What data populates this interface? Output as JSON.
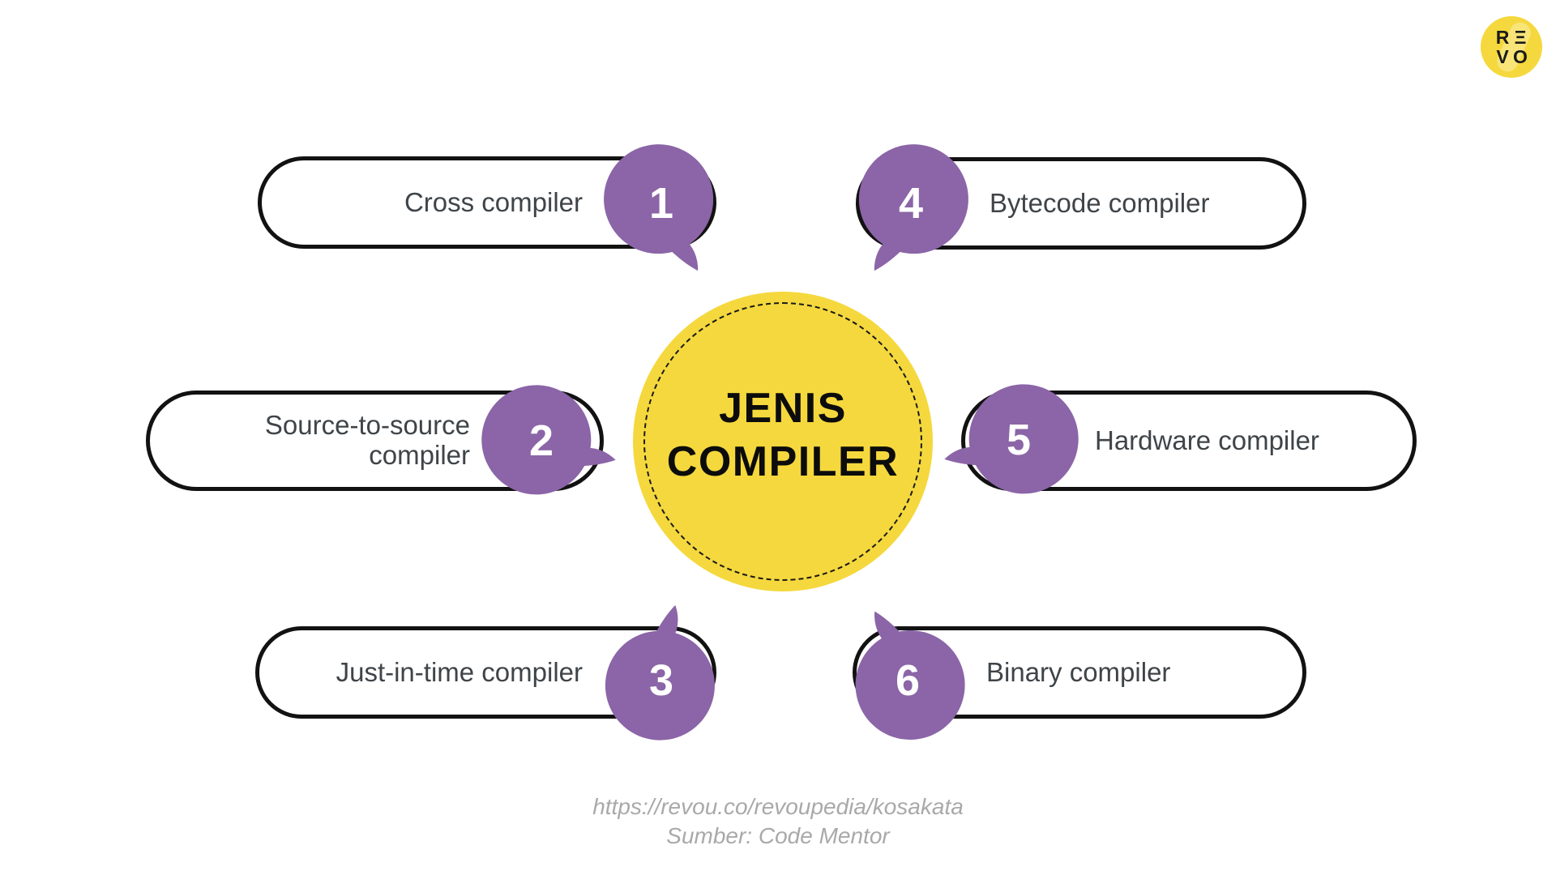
{
  "title": {
    "line1": "JENIS",
    "line2": "COMPILER"
  },
  "items": [
    {
      "number": "1",
      "label": "Cross compiler"
    },
    {
      "number": "2",
      "label": "Source-to-source compiler"
    },
    {
      "number": "3",
      "label": "Just-in-time compiler"
    },
    {
      "number": "4",
      "label": "Bytecode compiler"
    },
    {
      "number": "5",
      "label": "Hardware compiler"
    },
    {
      "number": "6",
      "label": "Binary compiler"
    }
  ],
  "footer": {
    "url": "https://revou.co/revoupedia/kosakata",
    "source": "Sumber: Code Mentor"
  },
  "logo": {
    "l1": "R",
    "l2": "Ξ",
    "l3": "V",
    "l4": "O"
  },
  "colors": {
    "yellow": "#F5D83D",
    "purple": "#8B65A7",
    "ink": "#121212",
    "label": "#3F4448",
    "footer": "#A9A9A9"
  }
}
